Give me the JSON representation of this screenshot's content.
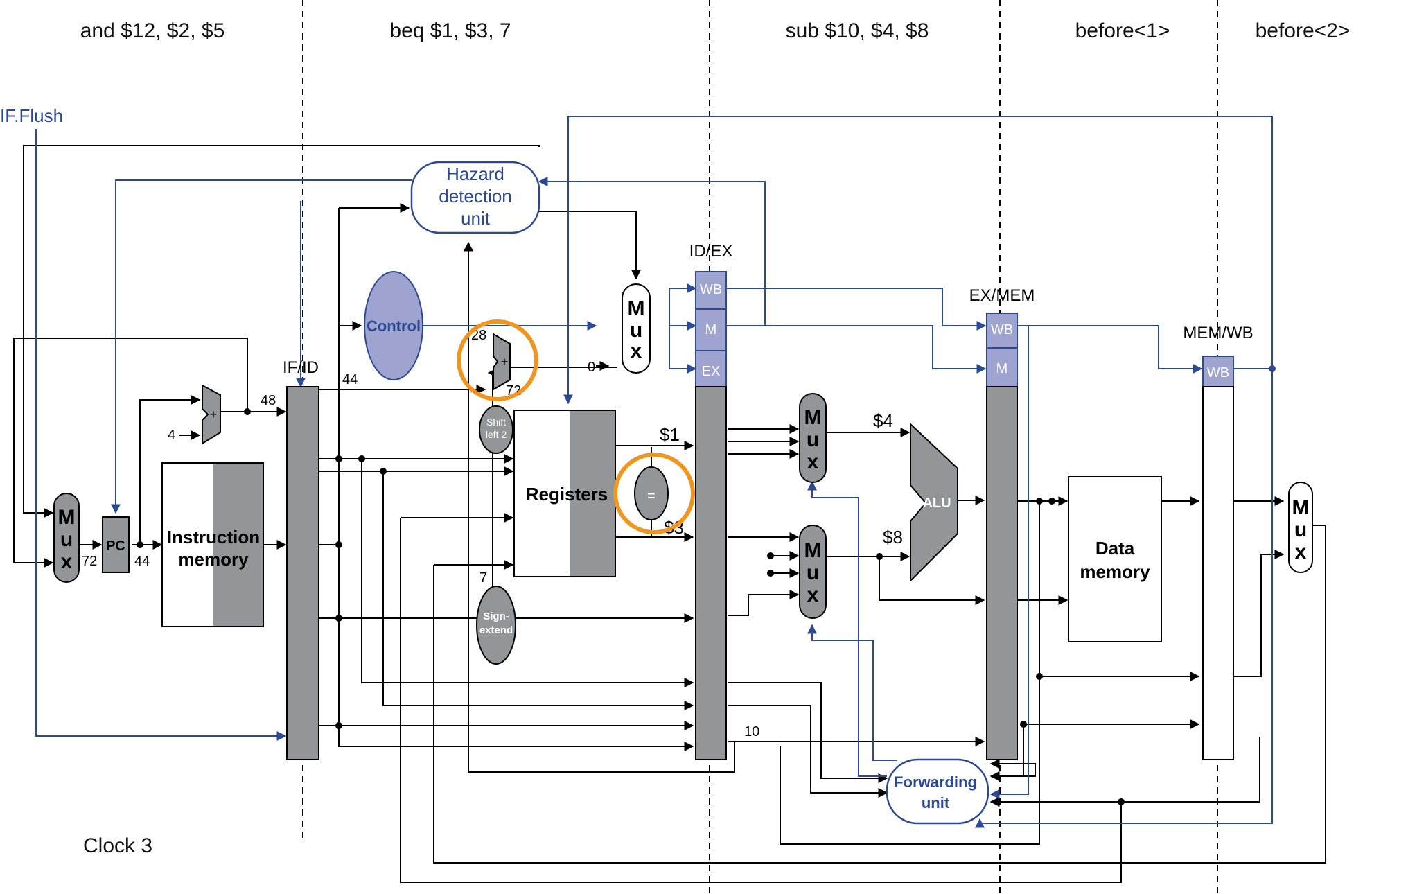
{
  "stage_labels": [
    "and $12, $2, $5",
    "beq $1, $3, 7",
    "sub $10, $4, $8",
    "before<1>",
    "before<2>"
  ],
  "if_flush": "IF.Flush",
  "hazard": [
    "Hazard",
    "detection",
    "unit"
  ],
  "control": "Control",
  "mux_letters": [
    "M",
    "u",
    "x"
  ],
  "pipeline_regs": {
    "ifid": "IF/ID",
    "idex": "ID/EX",
    "exmem": "EX/MEM",
    "memwb": "MEM/WB"
  },
  "ctrl_fields": {
    "wb": "WB",
    "m": "M",
    "ex": "EX"
  },
  "pc": "PC",
  "instruction_memory": [
    "Instruction",
    "memory"
  ],
  "registers": "Registers",
  "shift_left": [
    "Shift",
    "left 2"
  ],
  "sign_extend": [
    "Sign-",
    "extend"
  ],
  "equal": "=",
  "alu": "ALU",
  "data_memory": [
    "Data",
    "memory"
  ],
  "forwarding": [
    "Forwarding",
    "unit"
  ],
  "clock": "Clock 3",
  "values": {
    "pc_in": "72",
    "pc_out": "44",
    "four": "4",
    "adder_out": "48",
    "ifid_pc": "44",
    "branch_28": "28",
    "branch_72": "72",
    "zero": "0",
    "r1": "$1",
    "r3": "$3",
    "r4": "$4",
    "r8": "$8",
    "seven": "7",
    "ten": "10"
  },
  "colors": {
    "blue": "#2c4a94",
    "fill_blue": "#9ea4cf",
    "gray": "#939598",
    "orange": "#f0961e"
  }
}
